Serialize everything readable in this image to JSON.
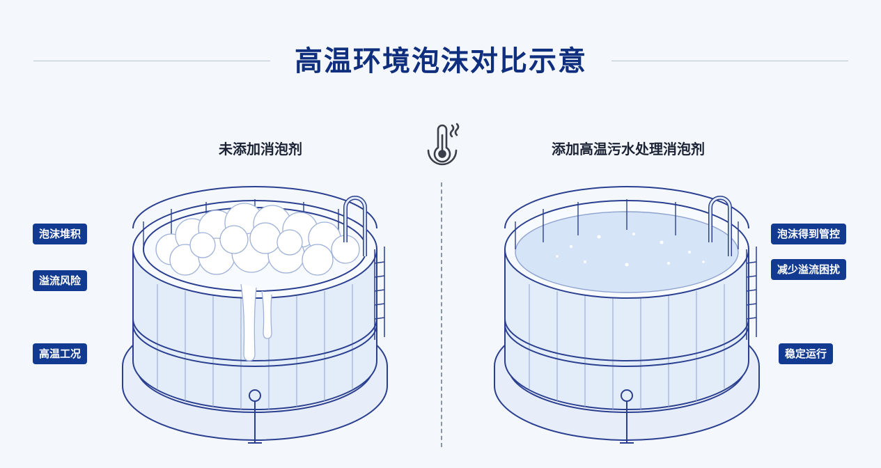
{
  "title": "高温环境泡沫对比示意",
  "left_panel": {
    "title": "未添加消泡剂",
    "tags": [
      "泡沫堆积",
      "溢流风险",
      "高温工况"
    ]
  },
  "right_panel": {
    "title": "添加高温污水处理消泡剂",
    "tags": [
      "泡沫得到管控",
      "减少溢流困扰",
      "稳定运行"
    ]
  },
  "icons": {
    "center": "thermometer-heat-icon"
  },
  "colors": {
    "title": "#0f2f7e",
    "tag_bg": "#123a91",
    "tank_line": "#2a3f8f",
    "water": "#dde8f8",
    "foam": "#ffffff"
  }
}
